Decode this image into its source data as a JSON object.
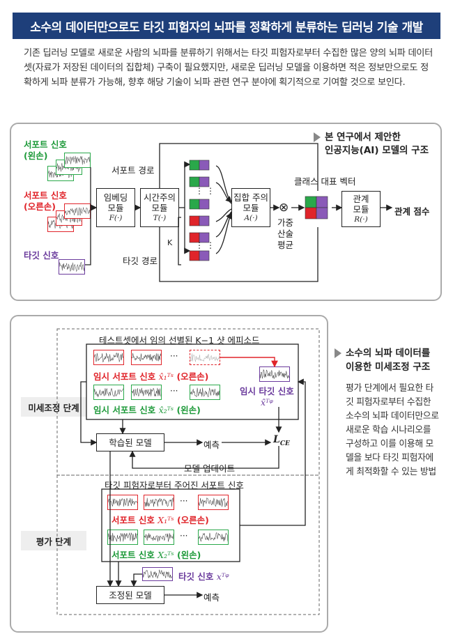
{
  "title": "소수의 데이터만으로도 타깃 피험자의 뇌파를 정확하게 분류하는 딥러닝 기술 개발",
  "intro": "기존 딥러닝 모델로 새로운 사람의 뇌파를 분류하기 위해서는 타깃 피험자로부터 수집한 많은 양의 뇌파 데이터셋(자료가 저장된 데이터의 집합체) 구축이 필요했지만, 새로운 딥러닝 모델을 이용하면 적은 정보만으로도 정확하게 뇌파 분류가 가능해, 향후 해당 기술이 뇌파 관련 연구 분야에 획기적으로 기여할 것으로 보인다.",
  "top": {
    "caption_line1": "본 연구에서 제안한",
    "caption_line2": "인공지능(AI) 모델의 구조",
    "support_left_1": "서포트 신호",
    "support_left_2": "(왼손)",
    "support_right_1": "서포트 신호",
    "support_right_2": "(오른손)",
    "target_signal": "타깃 신호",
    "support_path": "서포트 경로",
    "target_path": "타깃 경로",
    "k_label": "K",
    "embed_1": "임베딩",
    "embed_2": "모듈",
    "embed_fn": "F(·)",
    "temporal_1": "시간주의",
    "temporal_2": "모듈",
    "temporal_fn": "T(·)",
    "aggregate_1": "집합 주의",
    "aggregate_2": "모듈",
    "aggregate_fn": "A(·)",
    "weighted_1": "가중",
    "weighted_2": "산술",
    "weighted_3": "평균",
    "class_vector": "클래스 대표 벡터",
    "relation_1": "관계",
    "relation_2": "모듈",
    "relation_fn": "R(·)",
    "relation_score": "관계 점수",
    "dots": "⋮",
    "otimes": "⊗"
  },
  "bottom": {
    "caption_line1": "소수의 뇌파 데이터를",
    "caption_line2": "이용한 미세조정 구조",
    "description": "평가 단계에서 필요한 타깃 피험자로부터 수집한 소수의 뇌파 데이터만으로 새로운 학습 시나리오를 구성하고 이를 이용해 모델을 보다 타깃 피험자에게 최적화할 수 있는 방법",
    "finetune_stage": "미세조정 단계",
    "eval_stage": "평가 단계",
    "episode_title": "테스트셋에서 임의 선별된 K−1 샷 에피소드",
    "temp_support_right": "임시 서포트 신호",
    "temp_support_right_sym": "x̂₁ᵀˢ",
    "temp_support_right_hand": "(오른손)",
    "temp_support_left": "임시 서포트 신호",
    "temp_support_left_sym": "x̂₂ᵀˢ",
    "temp_support_left_hand": "(왼손)",
    "temp_target": "임시 타깃 신호",
    "temp_target_sym": "x̂ᵀᵠ",
    "trained_model": "학습된 모델",
    "predict": "예측",
    "loss": "L",
    "loss_sub": "CE",
    "model_update": "모델 업데이트",
    "given_support": "타깃 피험자로부터 주어진 서포트 신호",
    "support_right": "서포트 신호",
    "support_right_sym": "X₁ᵀˢ",
    "support_right_hand": "(오른손)",
    "support_left": "서포트 신호",
    "support_left_sym": "X₂ᵀˢ",
    "support_left_hand": "(왼손)",
    "target_signal": "타깃 신호",
    "target_sym": "xᵀᵠ",
    "tuned_model": "조정된 모델",
    "predict2": "예측",
    "ellipsis": "···"
  },
  "colors": {
    "title_bg": "#1e3f7a",
    "green": "#1e9a3a",
    "red": "#e0242a",
    "purple": "#6a3a9c"
  }
}
